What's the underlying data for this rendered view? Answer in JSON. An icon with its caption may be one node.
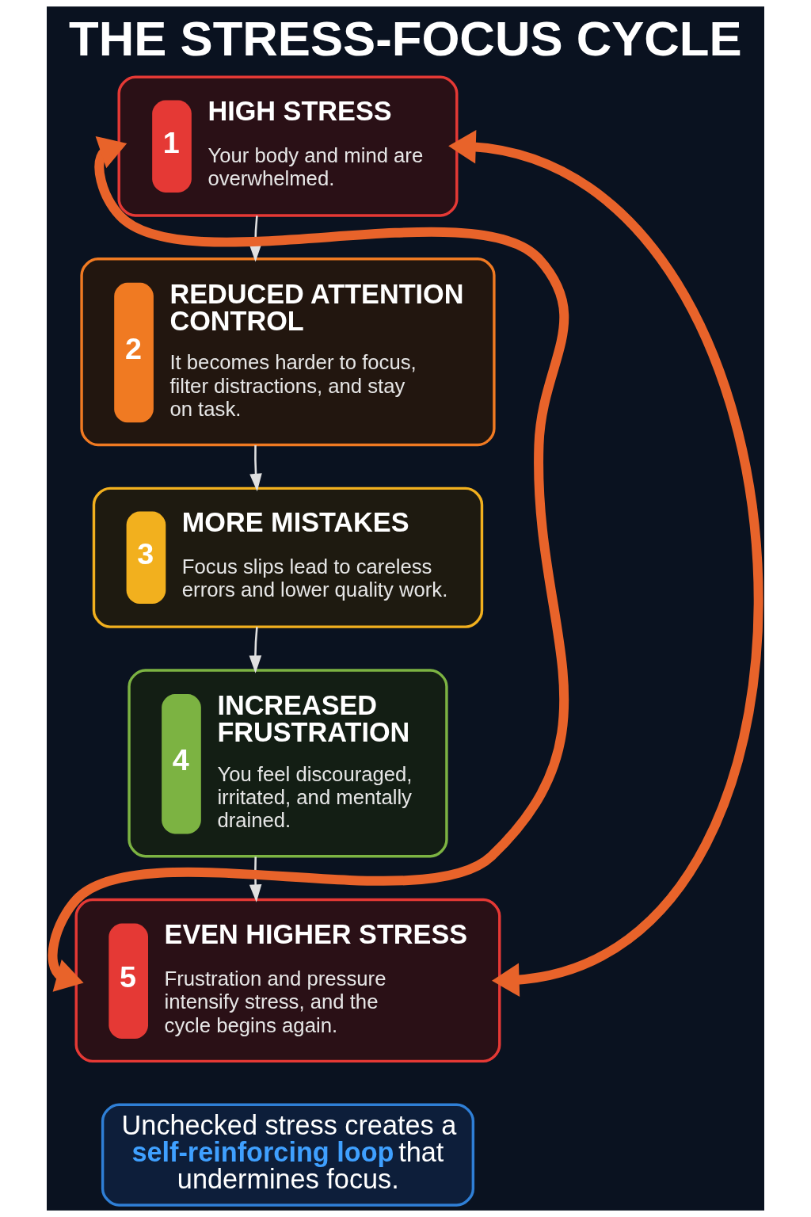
{
  "diagram": {
    "title": "THE STRESS-FOCUS CYCLE",
    "nodes": [
      {
        "text": [
          "1",
          "HIGH STRESS",
          "Your body and mind are overwhelmed."
        ]
      },
      {
        "text": [
          "2",
          "REDUCED ATTENTION CONTROL",
          "It becomes harder to focus, filter distractions, and stay on task."
        ]
      },
      {
        "text": [
          "3",
          "MORE MISTAKES",
          "Focus slips lead to careless errors and lower quality work."
        ]
      },
      {
        "text": [
          "4",
          "INCREASED FRUSTRATION",
          "You feel discouraged, irritated, and mentally drained."
        ]
      },
      {
        "text": [
          "5",
          "EVEN HIGHER STRESS",
          "Frustration and pressure intensify stress, and the cycle begins again."
        ]
      },
      {
        "text": [
          "Unchecked stress creates a **self-reinforcing loop** that undermines focus."
        ]
      }
    ],
    "edges": [
      {
        "from": 0,
        "to": 1,
        "arrow": "to"
      },
      {
        "from": 1,
        "to": 2,
        "arrow": "to"
      },
      {
        "from": 2,
        "to": 3,
        "arrow": "to"
      },
      {
        "from": 3,
        "to": 4,
        "arrow": "to"
      },
      {
        "from": 4,
        "to": 0,
        "arrow": "both",
        "style": "thick",
        "color": "#e8632a"
      },
      {
        "from": 4,
        "to": 0,
        "arrow": "both",
        "style": "thick",
        "color": "#e8632a"
      }
    ]
  }
}
